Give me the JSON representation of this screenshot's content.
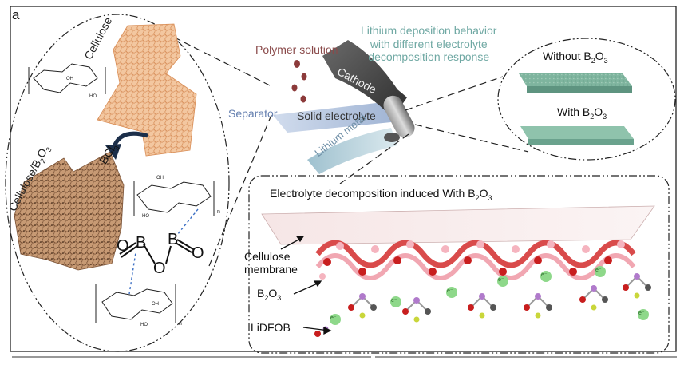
{
  "panel_letter": "a",
  "left_panel": {
    "cellulose_label": "Cellulose",
    "cellulose_b2o3_label": "Cellulose/B",
    "cellulose_b2o3_sub1": "2",
    "cellulose_b2o3_mid": "O",
    "cellulose_b2o3_sub2": "3",
    "reagent_main": "BCl",
    "reagent_sub": "3",
    "atom_b": "B",
    "atom_o": "O",
    "atom_oh": "OH",
    "atom_ho": "HO",
    "subscript_n": "n"
  },
  "center": {
    "polymer_solution": "Polymer solution",
    "lithium_deposition": "Lithium deposition behavior\nwith different electrolyte\ndecomposition response",
    "separator": "Separator",
    "solid_electrolyte": "Solid electrolyte",
    "cathode": "Cathode",
    "lithium_metal": "Lithium metal"
  },
  "right_panel": {
    "without_main": "Without B",
    "with_main": "With B",
    "b2o3_sub1": "2",
    "b2o3_mid": "O",
    "b2o3_sub2": "3"
  },
  "bottom_panel": {
    "title_main": "Electrolyte decomposition induced With B",
    "title_sub1": "2",
    "title_mid": "O",
    "title_sub2": "3",
    "cellulose_membrane": "Cellulose\nmembrane",
    "b2o3_main": "B",
    "b2o3_sub1": "2",
    "b2o3_mid": "O",
    "b2o3_sub2": "3",
    "lidfob": "LiDFOB",
    "electron": "e⁻"
  },
  "colors": {
    "membrane_green": "#8ab9a4",
    "cellulose_orange": "#f0b98c",
    "cellulose_brown": "#a97b55",
    "oxygen_red": "#cc1f1f",
    "boron_pink": "#f5b4bf",
    "electron_green": "#7ed47a",
    "cathode_gray": "#4a4a4a",
    "text_teal": "#6fa8a3"
  }
}
